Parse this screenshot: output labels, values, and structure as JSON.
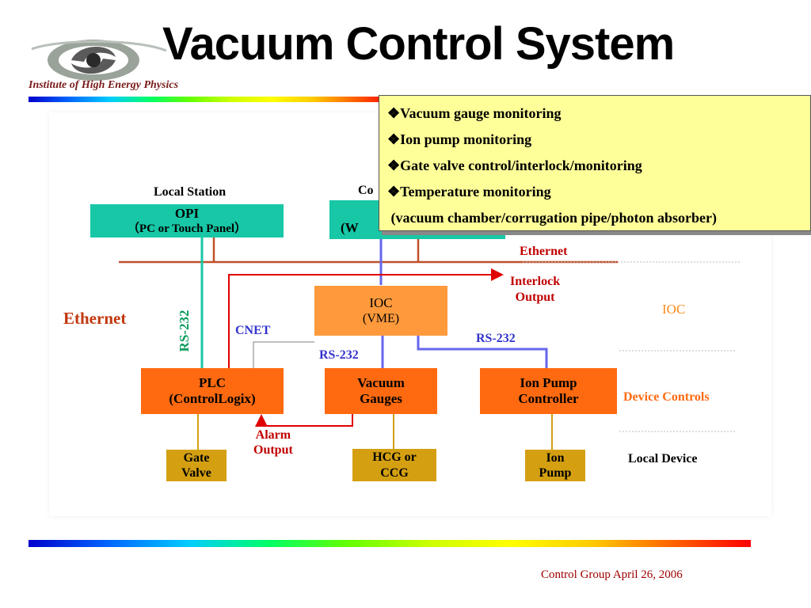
{
  "title": "Vacuum Control System",
  "logo": {
    "caption": "Institute of High Energy Physics"
  },
  "diagram": {
    "local_station_label": "Local Station",
    "console_label_partial": "Co",
    "opi": {
      "title": "OPI",
      "subtitle": "（PC or  Touch Panel）"
    },
    "console_box_partial": "(W",
    "ethernet_top_label": "Ethernet",
    "ethernet_left_label": "Ethernet",
    "interlock_output": [
      "Interlock",
      "Output"
    ],
    "ioc_box": {
      "title": "IOC",
      "subtitle": "(VME)"
    },
    "ioc_layer_label": "IOC",
    "rs232_vertical": "RS-232",
    "cnet_label": "CNET",
    "rs232_gauges": "RS-232",
    "rs232_pump": "RS-232",
    "plc": {
      "title": "PLC",
      "subtitle": "(ControlLogix)"
    },
    "vacuum_gauges": {
      "title": "Vacuum",
      "subtitle": "Gauges"
    },
    "ion_pump_controller": {
      "title": "Ion Pump",
      "subtitle": "Controller"
    },
    "device_controls_label": "Device Controls",
    "alarm_output": [
      "Alarm",
      "Output"
    ],
    "gate_valve": {
      "title": "Gate",
      "subtitle": "Valve"
    },
    "hcg_ccg": {
      "title": "HCG or",
      "subtitle": "CCG"
    },
    "ion_pump": {
      "title": "Ion",
      "subtitle": "Pump"
    },
    "local_device_label": "Local Device"
  },
  "callout": {
    "items": [
      "❖Vacuum gauge monitoring",
      "❖Ion pump monitoring",
      "❖Gate valve control/interlock/monitoring",
      "❖Temperature monitoring",
      " (vacuum chamber/corrugation pipe/photon absorber)"
    ]
  },
  "footer": "Control Group April 26, 2006",
  "colors": {
    "teal": "#17c7a6",
    "orange": "#ff6a10",
    "ioc_orange": "#ff9a3c",
    "gold": "#d4a012",
    "ethernet_line": "#c0502a",
    "callout_bg": "#ffff99",
    "label_red": "#c00000",
    "label_blue": "#3333cc"
  }
}
